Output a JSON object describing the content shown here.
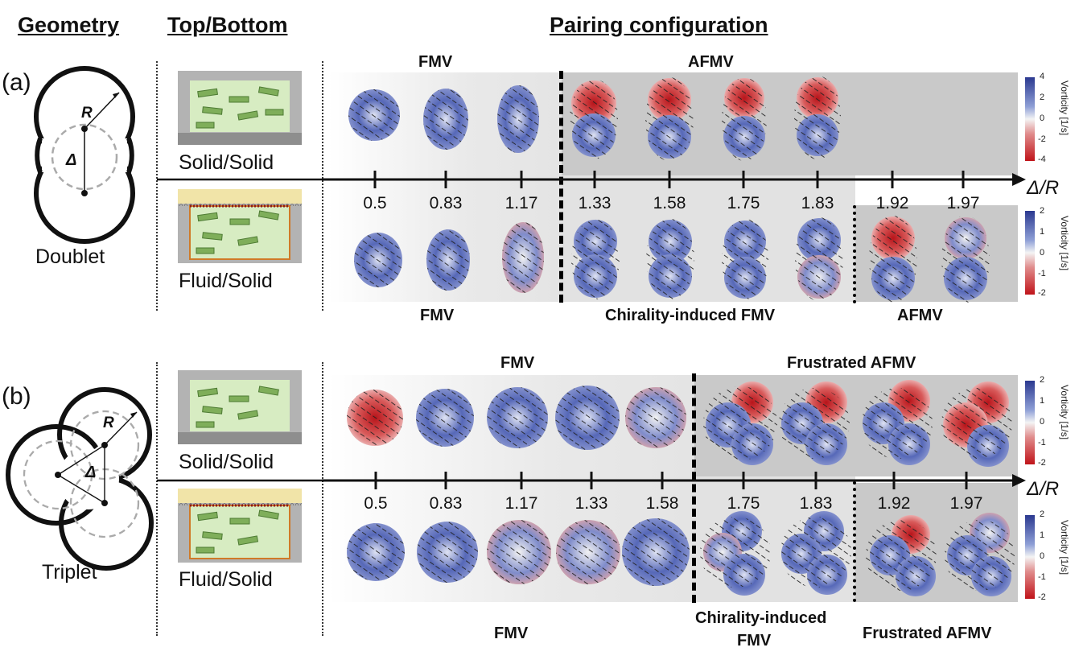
{
  "headers": {
    "geometry": "Geometry",
    "top_bottom": "Top/Bottom",
    "pairing": "Pairing configuration"
  },
  "panel_a": {
    "label": "(a)",
    "geometry_name": "Doublet",
    "radius_label": "R",
    "delta_label": "Δ",
    "boundary_top": "Solid/Solid",
    "boundary_bottom": "Fluid/Solid",
    "top_labels": {
      "left": "FMV",
      "right": "AFMV"
    },
    "bottom_labels": {
      "left": "FMV",
      "middle": "Chirality-induced FMV",
      "right": "AFMV"
    },
    "ticks": [
      "0.5",
      "0.83",
      "1.17",
      "1.33",
      "1.58",
      "1.75",
      "1.83",
      "1.92",
      "1.97"
    ],
    "axis_label": "Δ/R",
    "colorbar_top": {
      "title": "Vorticity [1/s]",
      "ticks": [
        "4",
        "2",
        "0",
        "-2",
        "-4"
      ]
    },
    "colorbar_bottom": {
      "title": "Vorticity [1/s]",
      "ticks": [
        "2",
        "1",
        "0",
        "-1",
        "-2"
      ]
    }
  },
  "panel_b": {
    "label": "(b)",
    "geometry_name": "Triplet",
    "radius_label": "R",
    "delta_label": "Δ",
    "boundary_top": "Solid/Solid",
    "boundary_bottom": "Fluid/Solid",
    "top_labels": {
      "left": "FMV",
      "right": "Frustrated AFMV"
    },
    "bottom_labels": {
      "left": "FMV",
      "middle_1": "Chirality-induced",
      "middle_2": "FMV",
      "right": "Frustrated AFMV"
    },
    "ticks": [
      "0.5",
      "0.83",
      "1.17",
      "1.33",
      "1.58",
      "1.75",
      "1.83",
      "1.92",
      "1.97"
    ],
    "axis_label": "Δ/R",
    "colorbar_top": {
      "title": "Vorticity [1/s]",
      "ticks": [
        "2",
        "1",
        "0",
        "-1",
        "-2"
      ]
    },
    "colorbar_bottom": {
      "title": "Vorticity [1/s]",
      "ticks": [
        "2",
        "1",
        "0",
        "-1",
        "-2"
      ]
    }
  },
  "colors": {
    "blue": "#2b3990",
    "red": "#c0141a",
    "shade_dark": "#c9c9c9",
    "shade_light": "#e2e2e2",
    "cell_green": "#7fae5a",
    "fluid_yellow": "#f1e4a8",
    "orange": "#d07a28"
  }
}
